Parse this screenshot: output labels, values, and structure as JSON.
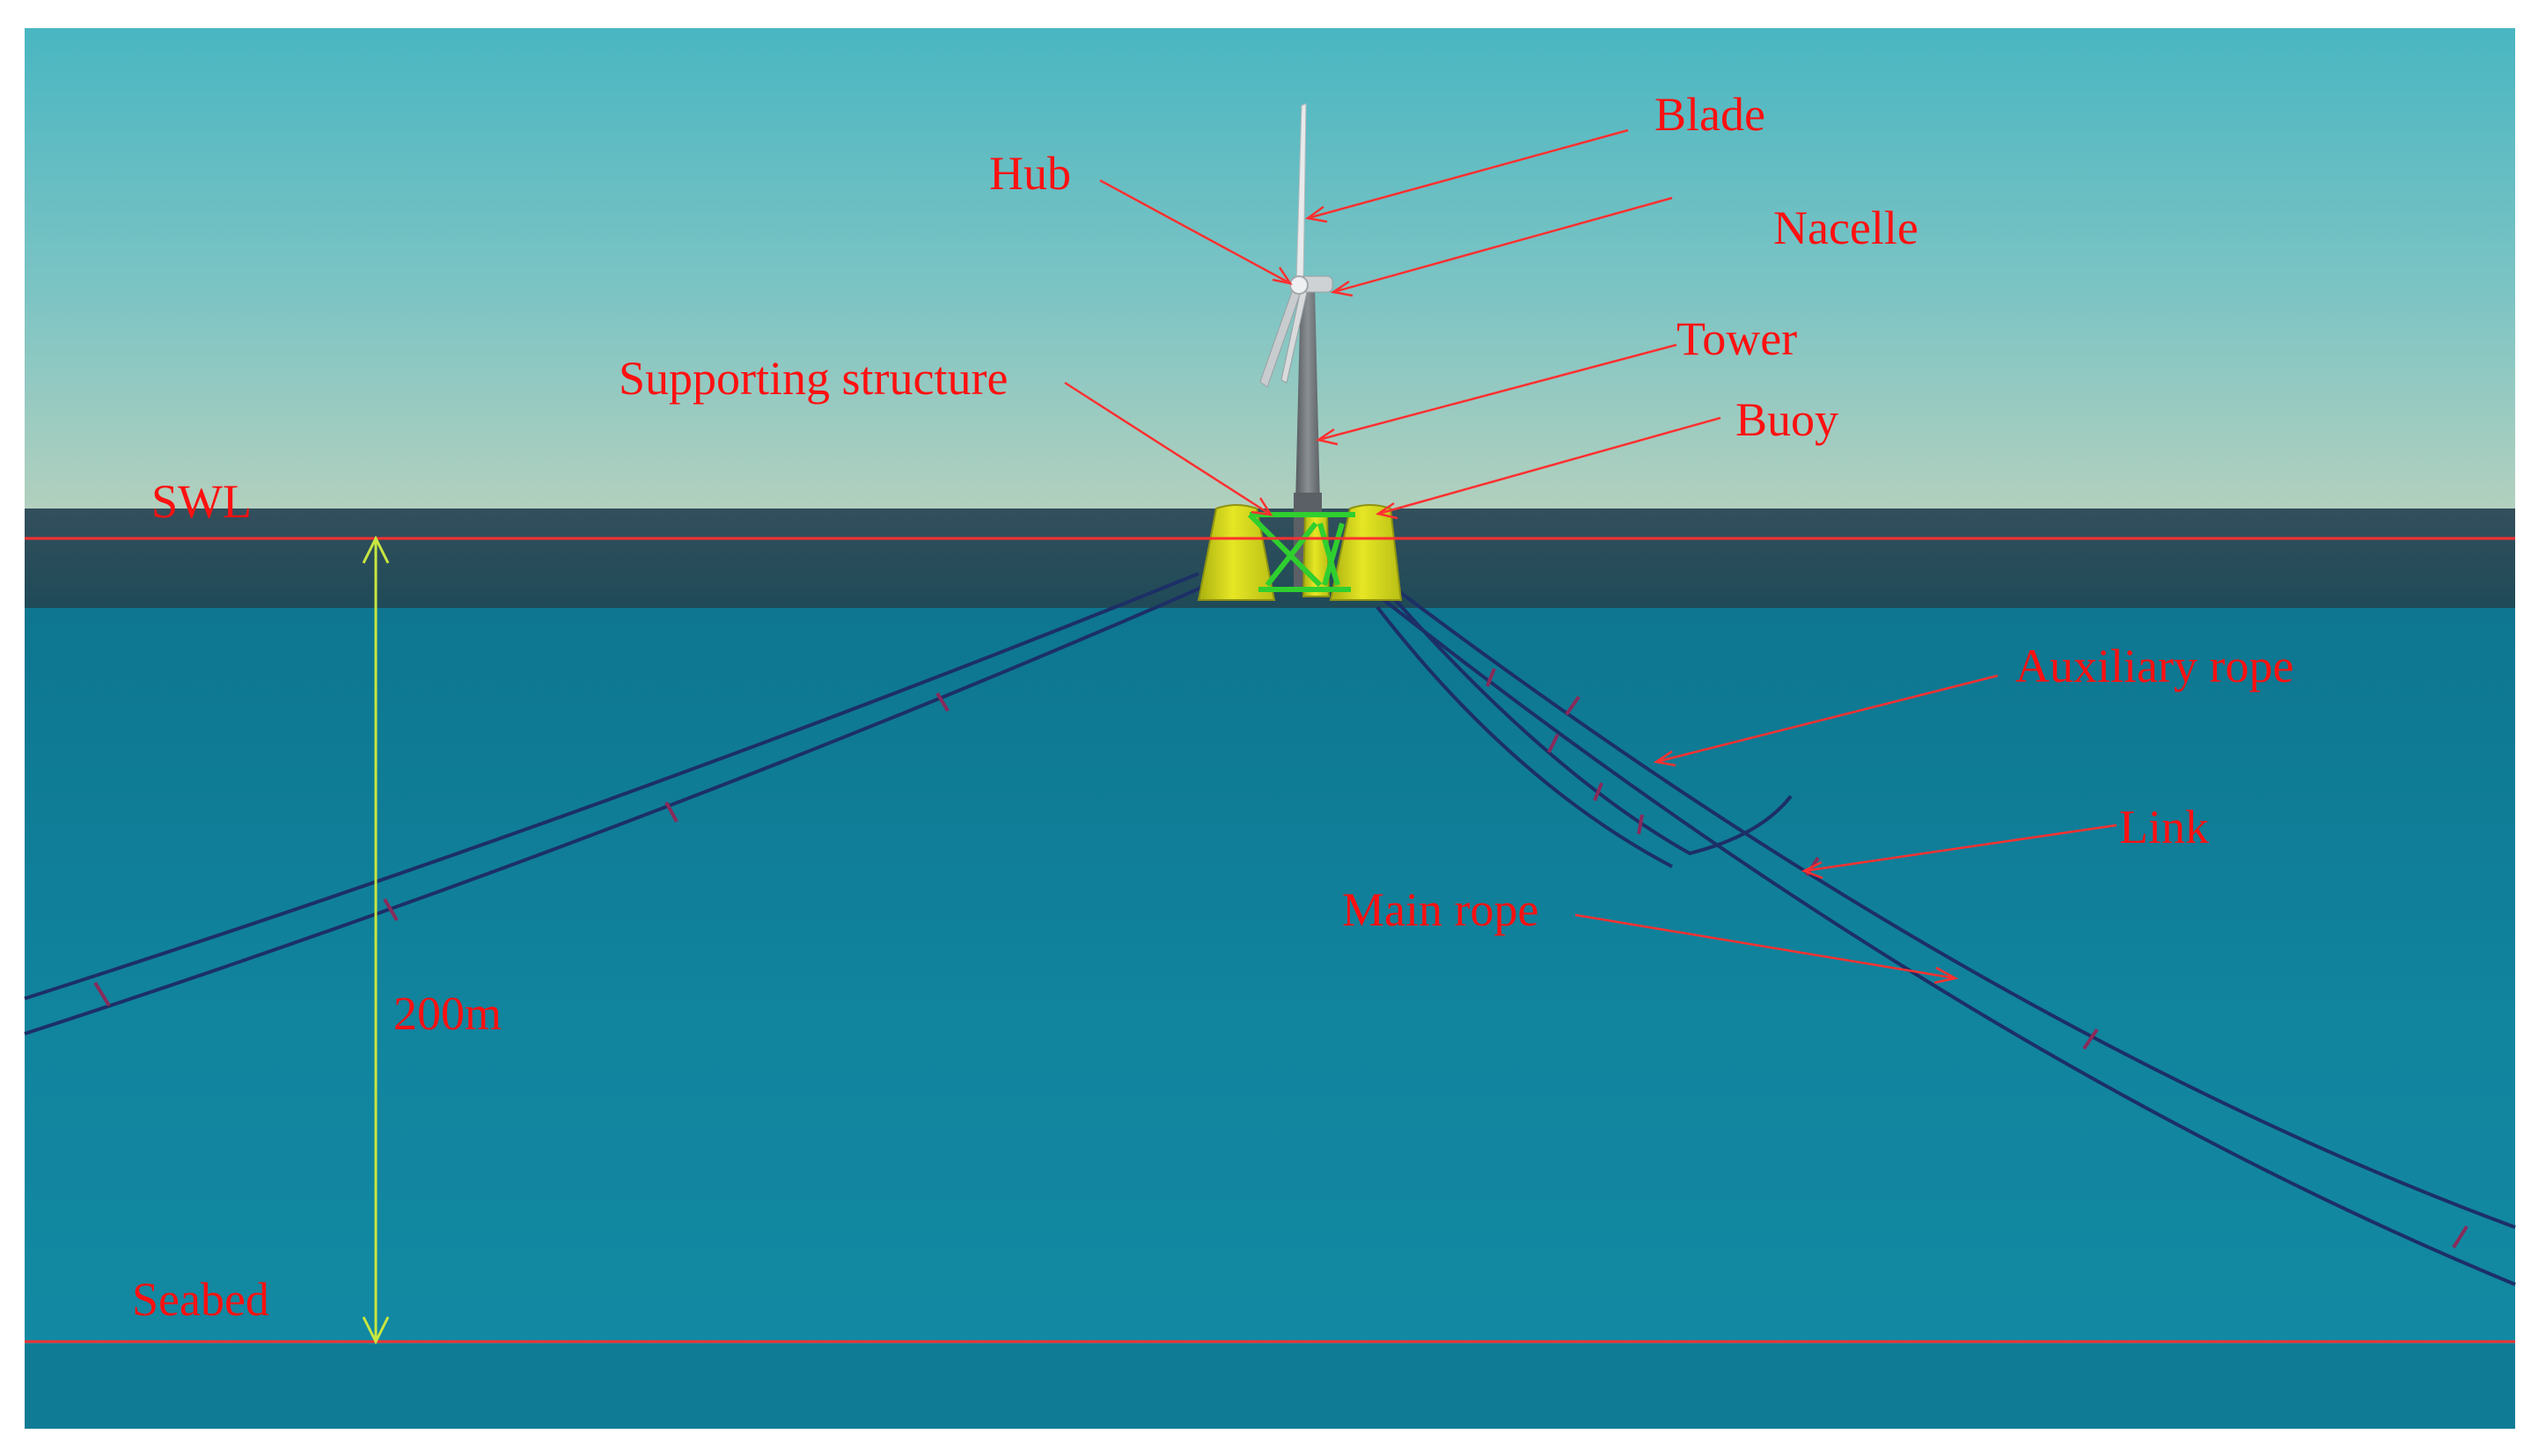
{
  "labels": {
    "blade": "Blade",
    "hub": "Hub",
    "nacelle": "Nacelle",
    "tower": "Tower",
    "supporting_structure": "Supporting structure",
    "buoy": "Buoy",
    "swl": "SWL",
    "auxiliary_rope": "Auxiliary rope",
    "link": "Link",
    "main_rope": "Main rope",
    "depth": "200m",
    "seabed": "Seabed"
  },
  "colors": {
    "label_text": "#ff1010",
    "annotation_line": "#ff3030",
    "sky_top": "#4fb8c2",
    "sky_bottom": "#a9cdbe",
    "sea_band": "#25505e",
    "water": "#107f99",
    "rope": "#1c2f66",
    "link_mark": "#8a2a5a",
    "buoy": "#d4d51b",
    "frame": "#2fcf2f",
    "depth_arrow": "#c8e640",
    "tower": "#6f7478"
  }
}
